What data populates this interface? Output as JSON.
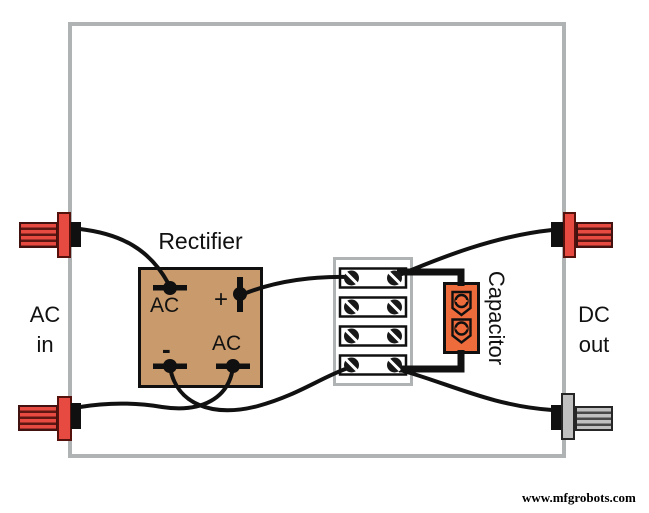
{
  "diagram": {
    "input_label": {
      "line1": "AC",
      "line2": "in"
    },
    "output_label": {
      "line1": "DC",
      "line2": "out"
    },
    "rectifier": {
      "title": "Rectifier",
      "terminal_top_left": "AC",
      "terminal_top_right": "+",
      "terminal_bottom_left": "-",
      "terminal_bottom_right": "AC"
    },
    "capacitor": {
      "title": "Capacitor"
    },
    "watermark": "www.mfgrobots.com",
    "icons": {
      "strip_screws": "slotted-screw-icon",
      "capacitor_terminals": "screw-terminal-icon"
    },
    "colors": {
      "enclosure_border": "#b0b3b3",
      "rectifier_fill": "#c99a6b",
      "capacitor_fill": "#ee6b3c",
      "terminal_red": "#e64a41",
      "terminal_gray": "#c0c0c0",
      "stripe_dark_red": "#5d1713",
      "stripe_dark_gray": "#474747",
      "wire": "#111111"
    }
  }
}
